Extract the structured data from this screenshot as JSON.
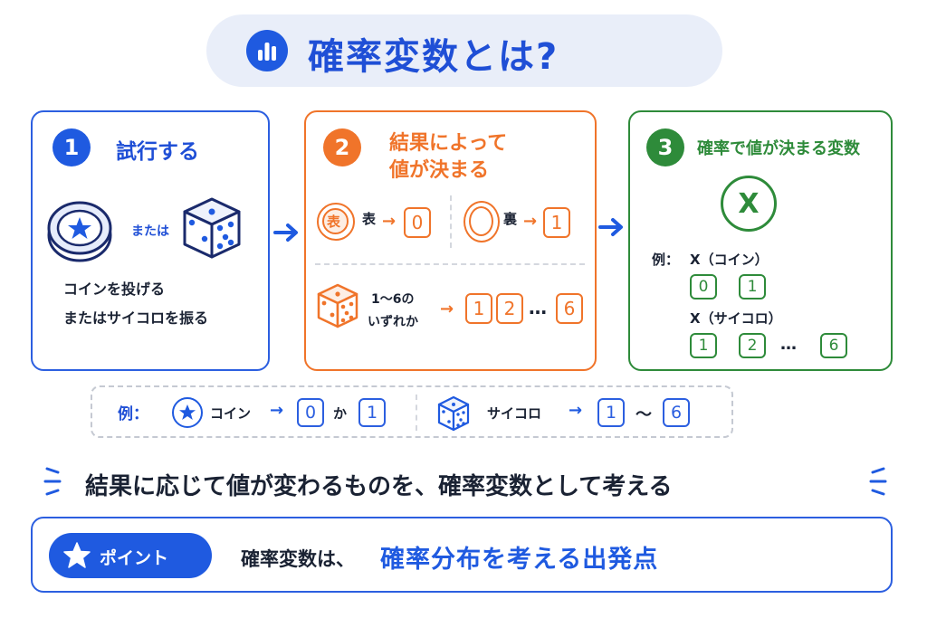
{
  "title": "確率変数とは?",
  "icons": {
    "title": "bar-chart-icon",
    "coin": "coin-star-icon",
    "die": "die-icon",
    "arrow": "arrow-right-icon",
    "point": "star-icon"
  },
  "colors": {
    "blue": "#1f5ae0",
    "orange": "#f0742a",
    "green": "#2e8b3a",
    "title_bg": "#e9eef9"
  },
  "step1": {
    "number": "1",
    "heading": "試行する",
    "or_label": "または",
    "caption_line1": "コインを投げる",
    "caption_line2": "またはサイコロを振る"
  },
  "step2": {
    "number": "2",
    "heading_line1": "結果によって",
    "heading_line2": "値が決まる",
    "heads_mark": "表",
    "heads_label": "表",
    "heads_value": "0",
    "tails_label": "裏",
    "tails_value": "1",
    "die_label_line1": "1〜6の",
    "die_label_line2": "いずれか",
    "die_values": [
      "1",
      "2",
      "6"
    ],
    "ellipsis": "…"
  },
  "step3": {
    "number": "3",
    "heading": "確率で値が決まる変数",
    "variable": "X",
    "example_label": "例：",
    "coin_var": "X（コイン）",
    "coin_values": [
      "0",
      "1"
    ],
    "die_var": "X（サイコロ）",
    "die_values": [
      "1",
      "2",
      "6"
    ],
    "ellipsis": "…"
  },
  "example": {
    "label": "例：",
    "coin": "コイン",
    "coin_values": [
      "0",
      "1"
    ],
    "coin_or": "か",
    "die": "サイコロ",
    "die_values": [
      "1",
      "6"
    ],
    "tilde": "〜"
  },
  "summary": "結果に応じて値が変わるものを、確率変数として考える",
  "point": {
    "badge": "ポイント",
    "text_prefix": "確率変数は、",
    "text_highlight": "確率分布を考える出発点"
  }
}
